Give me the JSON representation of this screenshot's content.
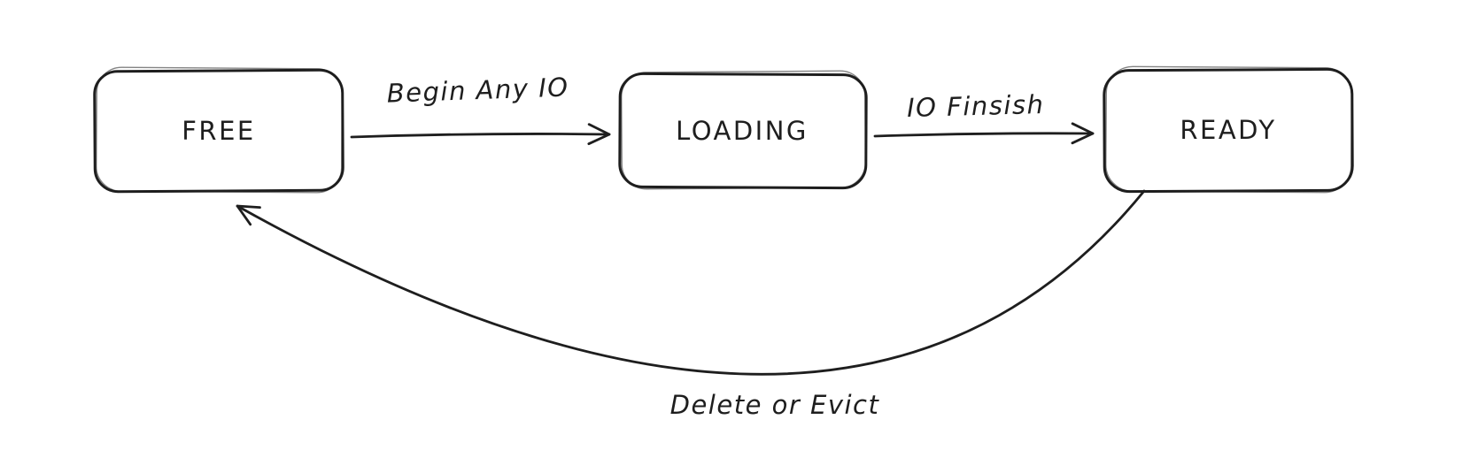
{
  "diagram": {
    "type": "state-diagram",
    "style": "hand-drawn",
    "background_color": "#ffffff",
    "ink_color": "#1e1e1e",
    "nodes": [
      {
        "id": "free",
        "label": "FREE"
      },
      {
        "id": "loading",
        "label": "LOADING"
      },
      {
        "id": "ready",
        "label": "READY"
      }
    ],
    "edges": [
      {
        "id": "free-to-loading",
        "from": "free",
        "to": "loading",
        "label": "Begin Any IO",
        "shape": "straight-arrow"
      },
      {
        "id": "loading-to-ready",
        "from": "loading",
        "to": "ready",
        "label": "IO Finsish",
        "shape": "straight-arrow"
      },
      {
        "id": "ready-to-free",
        "from": "ready",
        "to": "free",
        "label": "Delete or Evict",
        "shape": "curved-arrow"
      }
    ]
  }
}
